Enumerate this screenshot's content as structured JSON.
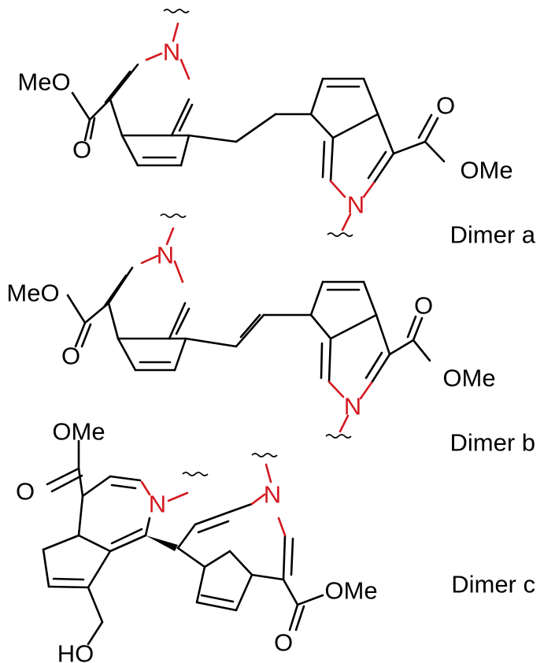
{
  "colors": {
    "bond": "#000000",
    "nitrogen": "#d31920",
    "background": "#ffffff"
  },
  "atoms": {
    "nitrogen": "N",
    "methoxy_right": "OMe",
    "methoxy_left": "MeO",
    "oxygen": "O",
    "hydroxyl": "HO"
  },
  "dimers": [
    {
      "label": "Dimer a"
    },
    {
      "label": "Dimer b"
    },
    {
      "label": "Dimer c"
    }
  ]
}
